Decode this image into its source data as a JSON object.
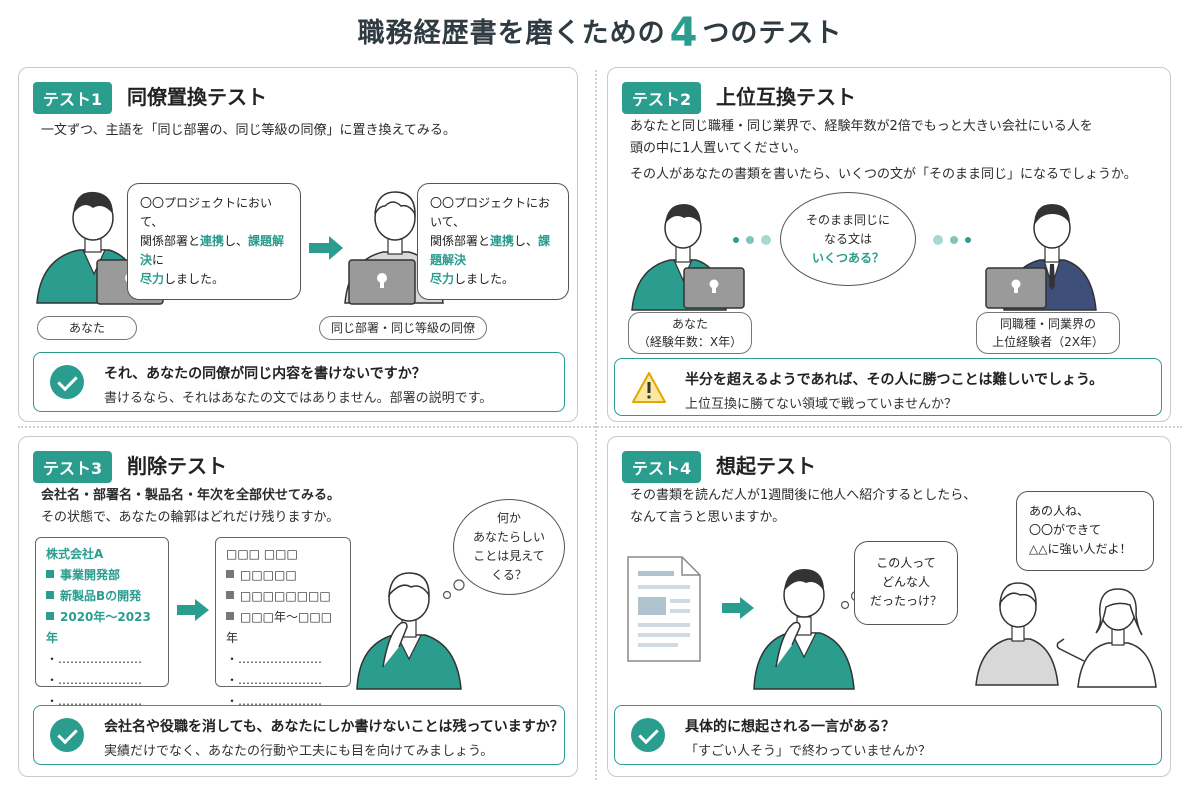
{
  "title": {
    "prefix": "職務経歴書を磨くための",
    "number": "4",
    "suffix": "つのテスト"
  },
  "colors": {
    "accent": "#2a9d8f",
    "warning": "#e0a800"
  },
  "panels": [
    {
      "tag": "テスト1",
      "title": "同僚置換テスト",
      "desc": [
        "一文ずつ、主語を「同じ部署の、同じ等級の同僚」に置き換えてみる。"
      ],
      "bubble_a": {
        "line1": "〇〇プロジェクトにおいて、",
        "line2a": "関係部署と",
        "hl1": "連携",
        "line2b": "し、",
        "hl2": "課題解決",
        "line2c": "に",
        "hl3": "尽力",
        "line3": "しました。"
      },
      "bubble_b": {
        "line1": "〇〇プロジェクトにおいて、",
        "line2a": "関係部署と",
        "hl1": "連携",
        "line2b": "し、",
        "hl2": "課題解決",
        "line2c": "",
        "hl3": "尽力",
        "line3": "しました。"
      },
      "label_a": "あなた",
      "label_b": "同じ部署・同じ等級の同僚",
      "icon": "check-icon",
      "callout": {
        "line1": "それ、あなたの同僚が同じ内容を書けないですか？",
        "line2": "書けるなら、それはあなたの文ではありません。部署の説明です。"
      }
    },
    {
      "tag": "テスト2",
      "title": "上位互換テスト",
      "desc": [
        "あなたと同じ職種・同じ業界で、経験年数が2倍でもっと大きい会社にいる人を",
        "頭の中に1人置いてください。",
        "その人があなたの書類を書いたら、いくつの文が「そのまま同じ」になるでしょうか。"
      ],
      "thought": {
        "line1": "そのまま同じに",
        "line2": "なる文は",
        "hl": "いくつある？"
      },
      "label_a": {
        "line1": "あなた",
        "line2": "（経験年数：X年）"
      },
      "label_b": {
        "line1": "同職種・同業界の",
        "line2": "上位経験者（2X年）"
      },
      "icon": "warning-icon",
      "callout": {
        "line1": "半分を超えるようであれば、その人に勝つことは難しいでしょう。",
        "line2": "上位互換に勝てない領域で戦っていませんか？"
      }
    },
    {
      "tag": "テスト3",
      "title": "削除テスト",
      "desc": [
        "会社名・部署名・製品名・年次を全部伏せてみる。",
        "その状態で、あなたの輪郭はどれだけ残りますか。"
      ],
      "doc_before": {
        "head": "株式会社A",
        "items": [
          "事業開発部",
          "新製品Bの開発",
          "2020年〜2023年"
        ],
        "dots": [
          "・…………………",
          "・…………………",
          "・…………………"
        ]
      },
      "doc_after": {
        "head": "□□□ □□□",
        "items": [
          "□□□□□",
          "□□□□□□□□",
          "□□□年〜□□□年"
        ],
        "dots": [
          "・…………………",
          "・…………………",
          "・…………………"
        ]
      },
      "thought": {
        "line1": "何か",
        "line2": "あなたらしい",
        "line3": "ことは見えて",
        "line4": "くる？"
      },
      "icon": "check-icon",
      "callout": {
        "line1": "会社名や役職を消しても、あなたにしか書けないことは残っていますか？",
        "line2": "実績だけでなく、あなたの行動や工夫にも目を向けてみましょう。"
      }
    },
    {
      "tag": "テスト4",
      "title": "想起テスト",
      "desc": [
        "その書類を読んだ人が1週間後に他人へ紹介するとしたら、",
        "なんて言うと思いますか。"
      ],
      "bubble_a": {
        "line1": "この人って",
        "line2": "どんな人",
        "line3": "だったっけ？"
      },
      "bubble_b": {
        "line1": "あの人ね、",
        "line2": "〇〇ができて",
        "line3": "△△に強い人だよ！"
      },
      "icon": "check-icon",
      "callout": {
        "line1": "具体的に想起される一言がある？",
        "line2": "「すごい人そう」で終わっていませんか？"
      }
    }
  ]
}
